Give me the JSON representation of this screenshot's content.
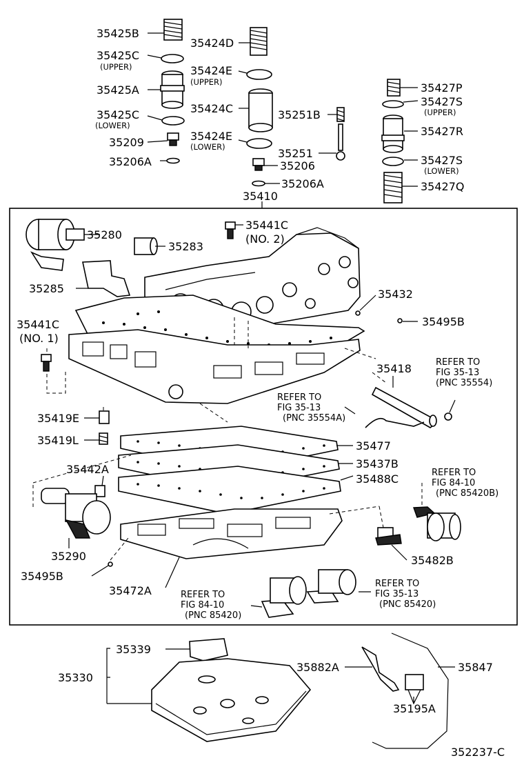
{
  "diagram_code": "352237-C",
  "top_parts": {
    "p35425B": "35425B",
    "p35425C_upper": "35425C",
    "upper_note_1": "(UPPER)",
    "p35425A": "35425A",
    "p35425C_lower": "35425C",
    "lower_note_1": "(LOWER)",
    "p35209": "35209",
    "p35206A_1": "35206A",
    "p35424D": "35424D",
    "p35424E_upper": "35424E",
    "upper_note_2": "(UPPER)",
    "p35424C": "35424C",
    "p35424E_lower": "35424E",
    "lower_note_2": "(LOWER)",
    "p35251B": "35251B",
    "p35251": "35251",
    "p35206": "35206",
    "p35206A_2": "35206A",
    "p35410": "35410",
    "p35427P": "35427P",
    "p35427S_upper": "35427S",
    "upper_note_3": "(UPPER)",
    "p35427R": "35427R",
    "p35427S_lower": "35427S",
    "lower_note_3": "(LOWER)",
    "p35427Q": "35427Q"
  },
  "box_parts": {
    "p35280": "35280",
    "p35283": "35283",
    "p35441C_2": "35441C",
    "no2": "(NO. 2)",
    "p35285": "35285",
    "p35432": "35432",
    "p35441C_1": "35441C",
    "no1": "(NO. 1)",
    "p35495B_1": "35495B",
    "p35418": "35418",
    "p35419E": "35419E",
    "p35419L": "35419L",
    "p35477": "35477",
    "p35442A": "35442A",
    "p35437B": "35437B",
    "p35488C": "35488C",
    "p35290": "35290",
    "p35482B": "35482B",
    "p35495B_2": "35495B",
    "p35472A": "35472A"
  },
  "references": {
    "ref1": [
      "REFER TO",
      "FIG 35-13",
      "(PNC 35554)"
    ],
    "ref2": [
      "REFER TO",
      "FIG 35-13",
      "(PNC 35554A)"
    ],
    "ref3": [
      "REFER TO",
      "FIG 84-10",
      "(PNC 85420B)"
    ],
    "ref4": [
      "REFER TO",
      "FIG 84-10",
      "(PNC 85420)"
    ],
    "ref5": [
      "REFER TO",
      "FIG 35-13",
      "(PNC 85420)"
    ]
  },
  "bottom_parts": {
    "p35339": "35339",
    "p35330": "35330",
    "p35882A": "35882A",
    "p35847": "35847",
    "p35195A": "35195A"
  }
}
